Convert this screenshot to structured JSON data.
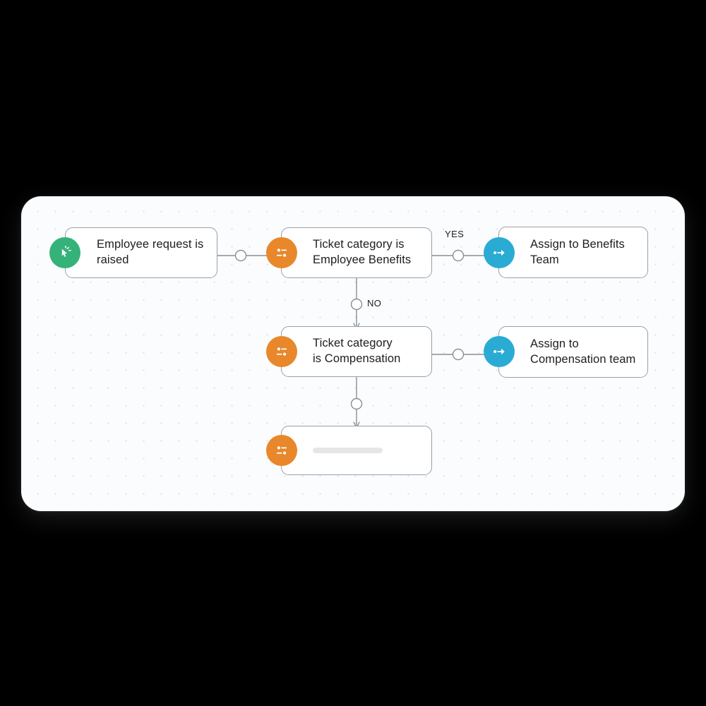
{
  "canvas": {
    "background_color": "#fbfcfd",
    "page_background_color": "#000000",
    "grid": "dot-grid"
  },
  "palette": {
    "trigger_green": "#35b279",
    "condition_orange": "#e8882a",
    "action_blue": "#29abd4",
    "node_border": "#9aa0a6",
    "connector": "#8a8f94",
    "node_text": "#1d1d1f",
    "skeleton": "#e6e6e6"
  },
  "nodes": [
    {
      "id": "trigger",
      "label": "Employee request is\nraised",
      "icon": "cursor-click-icon",
      "icon_color": "#35b279",
      "type": "trigger"
    },
    {
      "id": "condition-benefits",
      "label": "Ticket category is\nEmployee Benefits",
      "icon": "filter-sliders-icon",
      "icon_color": "#e8882a",
      "type": "condition"
    },
    {
      "id": "action-benefits",
      "label": "Assign to Benefits\nTeam",
      "icon": "assign-arrow-icon",
      "icon_color": "#29abd4",
      "type": "action"
    },
    {
      "id": "condition-compensation",
      "label": "Ticket category\nis Compensation",
      "icon": "filter-sliders-icon",
      "icon_color": "#e8882a",
      "type": "condition"
    },
    {
      "id": "action-compensation",
      "label": "Assign to\nCompensation team",
      "icon": "assign-arrow-icon",
      "icon_color": "#29abd4",
      "type": "action"
    },
    {
      "id": "condition-placeholder",
      "label": "",
      "icon": "filter-sliders-icon",
      "icon_color": "#e8882a",
      "type": "condition-empty"
    }
  ],
  "edges": [
    {
      "id": "trigger-to-condition1",
      "label": ""
    },
    {
      "id": "condition1-yes",
      "label": "YES"
    },
    {
      "id": "condition1-no",
      "label": "NO"
    },
    {
      "id": "condition2-to-action2",
      "label": ""
    },
    {
      "id": "condition2-to-placeholder",
      "label": ""
    }
  ]
}
